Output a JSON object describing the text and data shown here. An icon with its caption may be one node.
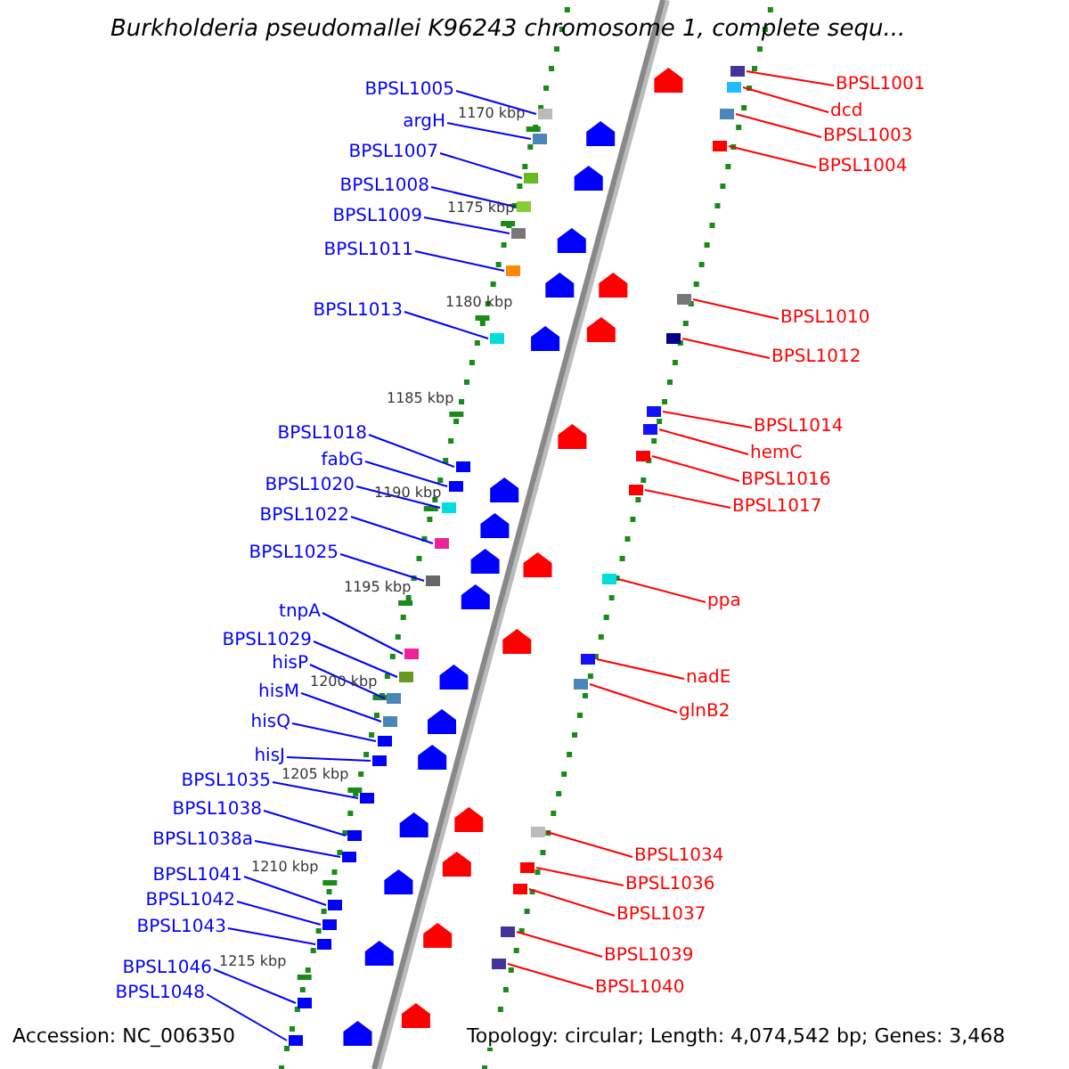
{
  "diagram": {
    "title": "Burkholderia pseudomallei K96243 chromosome 1, complete sequ...",
    "nodes": [
      {
        "text": [
          "BPSL1005"
        ]
      },
      {
        "text": [
          "argH"
        ]
      },
      {
        "text": [
          "BPSL1007"
        ]
      },
      {
        "text": [
          "BPSL1008"
        ]
      },
      {
        "text": [
          "BPSL1009"
        ]
      },
      {
        "text": [
          "BPSL1011"
        ]
      },
      {
        "text": [
          "BPSL1013"
        ]
      },
      {
        "text": [
          "BPSL1018"
        ]
      },
      {
        "text": [
          "fabG"
        ]
      },
      {
        "text": [
          "BPSL1020"
        ]
      },
      {
        "text": [
          "BPSL1022"
        ]
      },
      {
        "text": [
          "BPSL1025"
        ]
      },
      {
        "text": [
          "tnpA"
        ]
      },
      {
        "text": [
          "BPSL1029"
        ]
      },
      {
        "text": [
          "hisP"
        ]
      },
      {
        "text": [
          "hisM"
        ]
      },
      {
        "text": [
          "hisQ"
        ]
      },
      {
        "text": [
          "hisJ"
        ]
      },
      {
        "text": [
          "BPSL1035"
        ]
      },
      {
        "text": [
          "BPSL1038"
        ]
      },
      {
        "text": [
          "BPSL1038a"
        ]
      },
      {
        "text": [
          "BPSL1041"
        ]
      },
      {
        "text": [
          "BPSL1042"
        ]
      },
      {
        "text": [
          "BPSL1043"
        ]
      },
      {
        "text": [
          "BPSL1046"
        ]
      },
      {
        "text": [
          "BPSL1048"
        ]
      },
      {
        "text": [
          "BPSL1001"
        ]
      },
      {
        "text": [
          "dcd"
        ]
      },
      {
        "text": [
          "BPSL1003"
        ]
      },
      {
        "text": [
          "BPSL1004"
        ]
      },
      {
        "text": [
          "BPSL1010"
        ]
      },
      {
        "text": [
          "BPSL1012"
        ]
      },
      {
        "text": [
          "BPSL1014"
        ]
      },
      {
        "text": [
          "hemC"
        ]
      },
      {
        "text": [
          "BPSL1016"
        ]
      },
      {
        "text": [
          "BPSL1017"
        ]
      },
      {
        "text": [
          "ppa"
        ]
      },
      {
        "text": [
          "nadE"
        ]
      },
      {
        "text": [
          "glnB2"
        ]
      },
      {
        "text": [
          "BPSL1034"
        ]
      },
      {
        "text": [
          "BPSL1036"
        ]
      },
      {
        "text": [
          "BPSL1037"
        ]
      },
      {
        "text": [
          "BPSL1039"
        ]
      },
      {
        "text": [
          "BPSL1040"
        ]
      },
      {
        "text": [],
        "shape": "box"
      },
      {
        "text": [],
        "shape": "box"
      },
      {
        "text": [],
        "shape": "box"
      },
      {
        "text": [],
        "shape": "box"
      },
      {
        "text": [],
        "shape": "box"
      },
      {
        "text": [],
        "shape": "box"
      },
      {
        "text": [],
        "shape": "box"
      },
      {
        "text": [],
        "shape": "box"
      },
      {
        "text": [],
        "shape": "box"
      },
      {
        "text": [],
        "shape": "box"
      },
      {
        "text": [],
        "shape": "box"
      },
      {
        "text": [],
        "shape": "box"
      },
      {
        "text": [],
        "shape": "box"
      },
      {
        "text": [],
        "shape": "box"
      },
      {
        "text": [],
        "shape": "box"
      },
      {
        "text": [],
        "shape": "box"
      },
      {
        "text": [],
        "shape": "box"
      },
      {
        "text": [],
        "shape": "box"
      },
      {
        "text": [],
        "shape": "box"
      },
      {
        "text": [],
        "shape": "box"
      },
      {
        "text": [],
        "shape": "box"
      },
      {
        "text": [],
        "shape": "box"
      },
      {
        "text": [],
        "shape": "box"
      },
      {
        "text": [],
        "shape": "box"
      },
      {
        "text": [],
        "shape": "box"
      },
      {
        "text": [],
        "shape": "box"
      },
      {
        "text": [],
        "shape": "box"
      },
      {
        "text": [],
        "shape": "box"
      },
      {
        "text": [],
        "shape": "box"
      },
      {
        "text": [],
        "shape": "box"
      },
      {
        "text": [],
        "shape": "box"
      },
      {
        "text": [],
        "shape": "box"
      },
      {
        "text": [],
        "shape": "box"
      },
      {
        "text": [],
        "shape": "box"
      },
      {
        "text": [],
        "shape": "box"
      },
      {
        "text": [],
        "shape": "box"
      },
      {
        "text": [],
        "shape": "box"
      },
      {
        "text": [],
        "shape": "box"
      },
      {
        "text": [],
        "shape": "box"
      },
      {
        "text": [],
        "shape": "box"
      },
      {
        "text": [],
        "shape": "box"
      },
      {
        "text": [],
        "shape": "box"
      },
      {
        "text": [],
        "shape": "box"
      },
      {
        "text": [],
        "shape": "box"
      }
    ],
    "edges": [
      {
        "from": 0,
        "to": 44,
        "arrow": "none"
      },
      {
        "from": 1,
        "to": 45,
        "arrow": "none"
      },
      {
        "from": 2,
        "to": 46,
        "arrow": "none"
      },
      {
        "from": 3,
        "to": 47,
        "arrow": "none"
      },
      {
        "from": 4,
        "to": 48,
        "arrow": "none"
      },
      {
        "from": 5,
        "to": 49,
        "arrow": "none"
      },
      {
        "from": 6,
        "to": 50,
        "arrow": "none"
      },
      {
        "from": 7,
        "to": 51,
        "arrow": "none"
      },
      {
        "from": 8,
        "to": 52,
        "arrow": "none"
      },
      {
        "from": 9,
        "to": 53,
        "arrow": "none"
      },
      {
        "from": 10,
        "to": 54,
        "arrow": "none"
      },
      {
        "from": 11,
        "to": 55,
        "arrow": "none"
      },
      {
        "from": 12,
        "to": 56,
        "arrow": "none"
      },
      {
        "from": 13,
        "to": 57,
        "arrow": "none"
      },
      {
        "from": 14,
        "to": 58,
        "arrow": "none"
      },
      {
        "from": 15,
        "to": 59,
        "arrow": "none"
      },
      {
        "from": 16,
        "to": 60,
        "arrow": "none"
      },
      {
        "from": 17,
        "to": 61,
        "arrow": "none"
      },
      {
        "from": 18,
        "to": 62,
        "arrow": "none"
      },
      {
        "from": 19,
        "to": 63,
        "arrow": "none"
      },
      {
        "from": 20,
        "to": 64,
        "arrow": "none"
      },
      {
        "from": 21,
        "to": 65,
        "arrow": "none"
      },
      {
        "from": 22,
        "to": 66,
        "arrow": "none"
      },
      {
        "from": 23,
        "to": 67,
        "arrow": "none"
      },
      {
        "from": 24,
        "to": 68,
        "arrow": "none"
      },
      {
        "from": 25,
        "to": 69,
        "arrow": "none"
      },
      {
        "from": 26,
        "to": 70,
        "arrow": "none",
        "color": "#ff0000"
      },
      {
        "from": 27,
        "to": 71,
        "arrow": "none",
        "color": "#ff0000"
      },
      {
        "from": 28,
        "to": 72,
        "arrow": "none",
        "color": "#ff0000"
      },
      {
        "from": 29,
        "to": 73,
        "arrow": "none",
        "color": "#ff0000"
      },
      {
        "from": 30,
        "to": 74,
        "arrow": "none",
        "color": "#ff0000"
      },
      {
        "from": 31,
        "to": 75,
        "arrow": "none",
        "color": "#ff0000"
      },
      {
        "from": 32,
        "to": 76,
        "arrow": "none",
        "color": "#ff0000"
      },
      {
        "from": 33,
        "to": 77,
        "arrow": "none",
        "color": "#ff0000"
      },
      {
        "from": 34,
        "to": 78,
        "arrow": "none",
        "color": "#ff0000"
      },
      {
        "from": 35,
        "to": 79,
        "arrow": "none",
        "color": "#ff0000"
      },
      {
        "from": 36,
        "to": 80,
        "arrow": "none",
        "color": "#ff0000"
      },
      {
        "from": 37,
        "to": 81,
        "arrow": "none",
        "color": "#ff0000"
      },
      {
        "from": 38,
        "to": 82,
        "arrow": "none",
        "color": "#ff0000"
      },
      {
        "from": 39,
        "to": 83,
        "arrow": "none",
        "color": "#ff0000"
      },
      {
        "from": 40,
        "to": 84,
        "arrow": "none",
        "color": "#ff0000"
      },
      {
        "from": 41,
        "to": 85,
        "arrow": "none",
        "color": "#ff0000"
      },
      {
        "from": 42,
        "to": 86,
        "arrow": "none",
        "color": "#ff0000"
      },
      {
        "from": 43,
        "to": 87,
        "arrow": "none",
        "color": "#ff0000"
      }
    ],
    "labels": [
      "1170 kbp",
      "1175 kbp",
      "1180 kbp",
      "1185 kbp",
      "1190 kbp",
      "1195 kbp",
      "1200 kbp",
      "1205 kbp",
      "1210 kbp",
      "1215 kbp",
      "Accession: NC_006350",
      "Topology: circular; Length: 4,074,542 bp; Genes: 3,468"
    ]
  }
}
